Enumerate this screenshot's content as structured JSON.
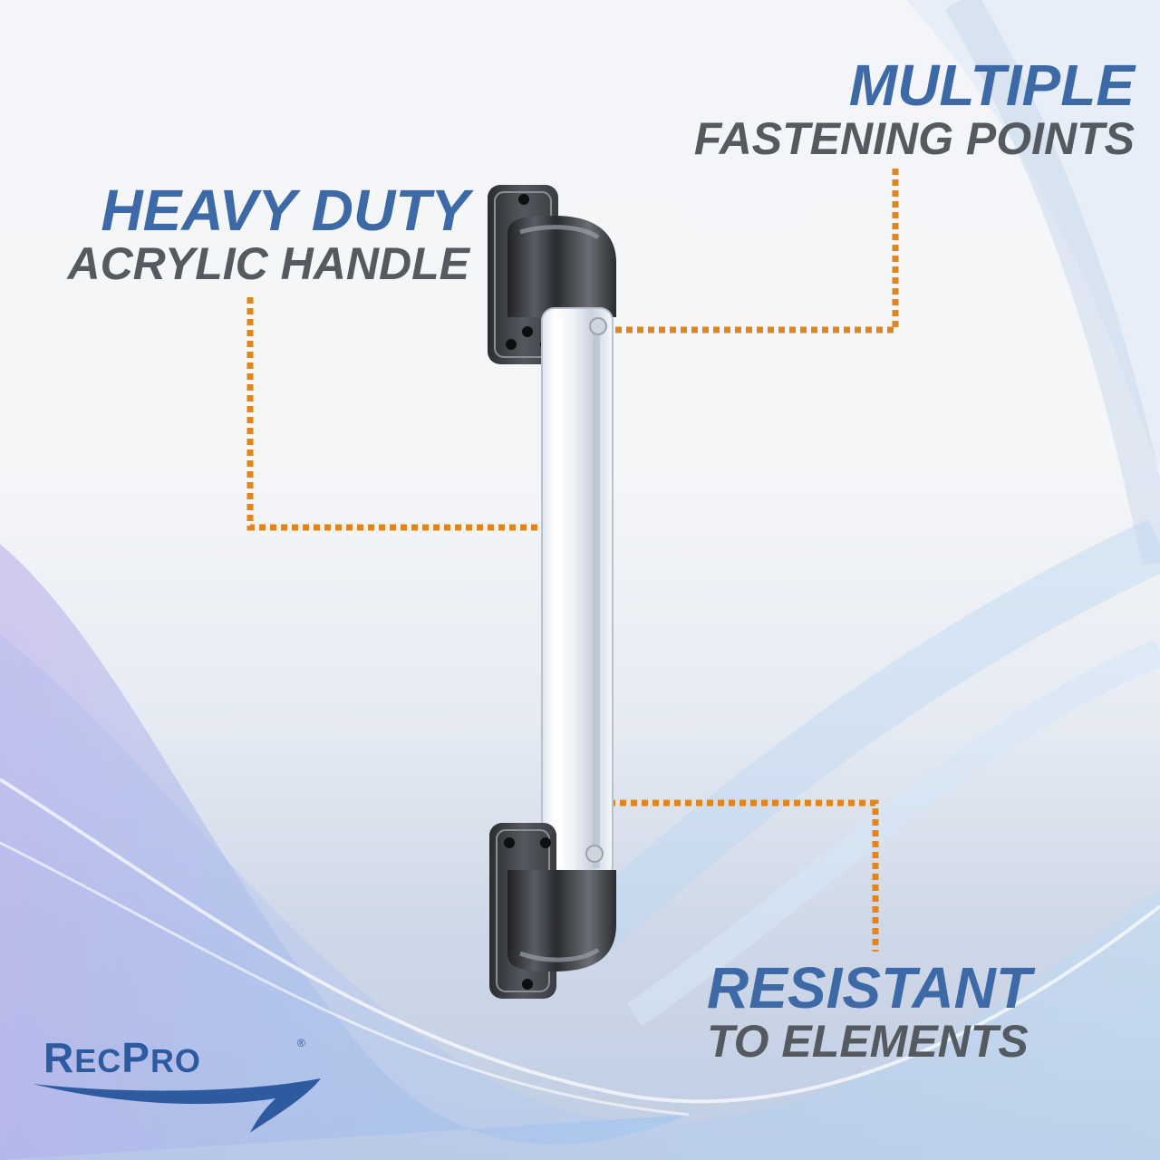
{
  "captions": {
    "heavy_duty": {
      "line1": "HEAVY DUTY",
      "line2": "ACRYLIC HANDLE"
    },
    "multiple": {
      "line1": "MULTIPLE",
      "line2": "FASTENING POINTS"
    },
    "resistant": {
      "line1": "RESISTANT",
      "line2": "TO ELEMENTS"
    }
  },
  "logo": {
    "first_cap": "R",
    "first_rest": "EC",
    "second_cap": "P",
    "second_rest": "RO",
    "registered": "®"
  },
  "colors": {
    "headline_blue": "#3d6aa6",
    "subline_gray": "#555a60",
    "leader_orange": "#e0861f",
    "metal_dark": "#2e3034",
    "logo_blue": "#2e5aa0"
  },
  "icons": {
    "product": "grab-handle-image",
    "logo_swoosh": "swoosh-icon"
  }
}
